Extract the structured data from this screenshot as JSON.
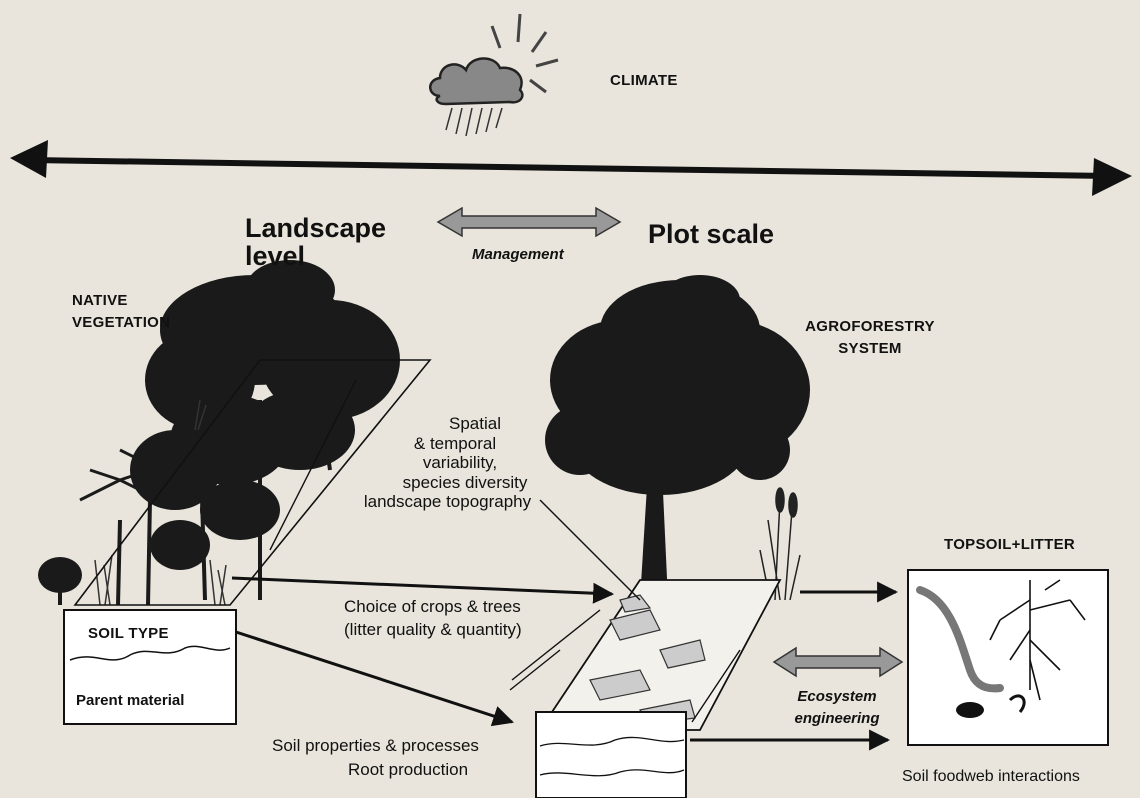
{
  "climate": "CLIMATE",
  "landscape_level": "Landscape level",
  "management": "Management",
  "plot_scale": "Plot scale",
  "native_vegetation": "NATIVE VEGETATION",
  "agroforestry_system": "AGROFORESTRY SYSTEM",
  "variability_lines": [
    "Spatial",
    "& temporal",
    "variability,",
    "species diversity",
    "landscape topography"
  ],
  "topsoil_litter": "TOPSOIL+LITTER",
  "soil_type": "SOIL TYPE",
  "parent_material": "Parent material",
  "choice_lines": [
    "Choice of crops & trees",
    "(litter quality & quantity)"
  ],
  "ecosystem_engineering": "Ecosystem engineering",
  "soil_properties": "Soil properties & processes",
  "root_production": "Root production",
  "soil_foodweb": "Soil foodweb interactions",
  "icons": [
    "cloud-rain-icon",
    "sun-icon"
  ]
}
